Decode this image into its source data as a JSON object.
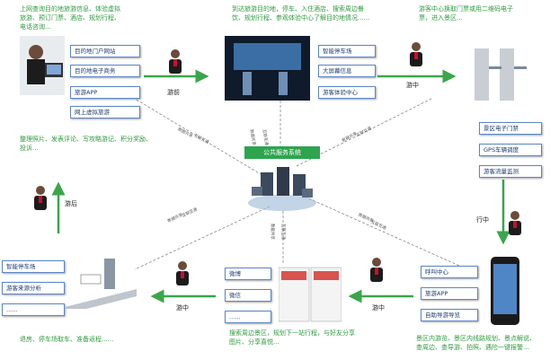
{
  "colors": {
    "accent": "#2ea44f",
    "text_green": "#2e9a3e",
    "box_border": "#5b86c7",
    "box_text": "#1f3d6e"
  },
  "center": {
    "title": "公共服务系统"
  },
  "stages": {
    "pre": "游前",
    "in1": "游中",
    "in2": "行中",
    "in3": "游中",
    "after": "游后"
  },
  "notes": {
    "top_left": [
      "上网查询目的地旅游信息、体验虚拟",
      "旅游、预订门票、酒店、规划行程、",
      "电话咨询..."
    ],
    "top_center": [
      "到达旅游目的地，停车、入住酒店、搜索周边餐",
      "饮、规划行程、参观体验中心了解目的地情况......"
    ],
    "top_right": [
      "游客中心换取门票或用二维码电子",
      "票，进入景区..."
    ],
    "left_mid": [
      "整理照片、发表评论、写攻略游记、积分奖励、",
      "投诉..."
    ],
    "bottom_left": "退房、停车场取车、准备返程......",
    "bottom_center": [
      "搜索周边景区，规划下一站行程，与好友分享",
      "图片、分享喜悦..."
    ],
    "bottom_right": [
      "景区内游览、景区内线路规划、景点解说、",
      "查周边、查导游、拍照、遇险一键报警..."
    ]
  },
  "groups": {
    "pre": [
      "目的地门户网站",
      "目的地电子商务",
      "旅游APP",
      "网上虚拟旅游"
    ],
    "arrive": [
      "智能停车场",
      "大屏幕信息",
      "游客体验中心"
    ],
    "gate": [
      "景区电子门禁",
      "GPS车辆调度",
      "游客流量监测"
    ],
    "mobile": [
      "呼叫中心",
      "旅游APP",
      "自助导游导览"
    ],
    "share": [
      "微博",
      "微信",
      "......"
    ],
    "leave": [
      "智能停车场",
      "游客来源分析",
      "......"
    ]
  },
  "diag_labels": [
    "数据共享",
    "互联互通",
    "数据共享",
    "互联互通",
    "数据共享",
    "互联互通",
    "数据共享",
    "互联互通",
    "数据共享",
    "互联互通",
    "数据共享",
    "互联互通"
  ],
  "icons": [
    "person-icon",
    "arrow-icon",
    "server-icon",
    "phone-icon",
    "turnstile-icon",
    "parking-icon",
    "computer-icon"
  ]
}
